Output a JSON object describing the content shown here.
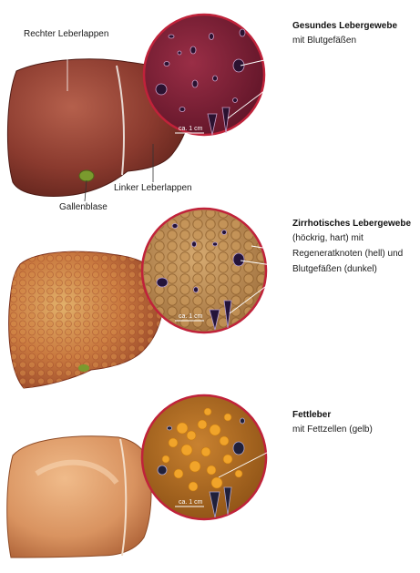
{
  "panels": [
    {
      "title": "Gesundes Lebergewebe",
      "description_lines": [
        "mit Blutgefäßen"
      ],
      "labels": {
        "right_lobe": "Rechter Leberlappen",
        "gallbladder": "Gallenblase",
        "left_lobe": "Linker Leberlappen"
      },
      "scale": "ca. 1 cm"
    },
    {
      "title": "Zirrhotisches Lebergewebe",
      "description_lines": [
        "(höckrig, hart) mit",
        "Regeneratknoten (hell) und",
        "Blutgefäßen (dunkel)"
      ],
      "scale": "ca. 1 cm"
    },
    {
      "title": "Fettleber",
      "description_lines": [
        "mit Fettzellen (gelb)"
      ],
      "scale": "ca. 1 cm"
    }
  ],
  "colors": {
    "healthy_liver": "#8a3a2e",
    "healthy_tissue": "#7a1f35",
    "cirrhotic_liver": "#c9793f",
    "cirrhotic_tissue": "#b8874f",
    "fatty_liver": "#d99360",
    "fatty_tissue": "#b46c1e",
    "fat_cells": "#f1a42a",
    "circle_border": "#c0223a",
    "gallbladder": "#7a9a2e"
  }
}
